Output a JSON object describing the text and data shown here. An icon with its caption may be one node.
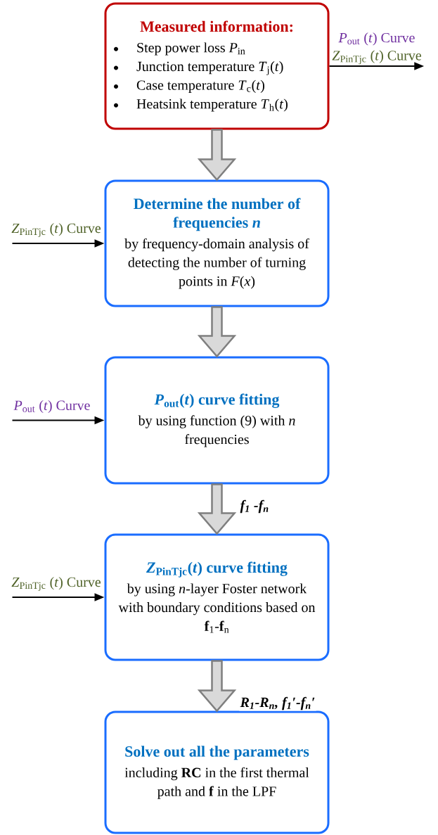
{
  "diagram": {
    "nodes": [
      {
        "text": [
          "Measured information:",
          "Step power loss *P*$_{in}$",
          "Junction temperature *T*$_{j}$(*t*)",
          "Case temperature *T*$_{c}$(*t*)",
          "Heatsink temperature *T*$_{h}$(*t*)"
        ]
      },
      {
        "text": [
          "Determine the number of frequencies *n*",
          "by frequency-domain analysis of detecting the number of turning points in *F*(*x*)"
        ]
      },
      {
        "text": [
          "*P*$_{out}$(*t*) curve fitting",
          "by using function (9) with *n* frequencies"
        ]
      },
      {
        "text": [
          "*Z*$_{PinTjc}$(*t*) curve fitting",
          "by using *n*-layer Foster network with boundary conditions based on **f**$_{1}$-**f**$_{n}$"
        ]
      },
      {
        "text": [
          "Solve out all the parameters",
          "including **RC** in the first thermal path and **f** in the LPF"
        ]
      },
      {
        "text": [
          "*P*$_{out}$ (*t*) Curve",
          "*Z*$_{PinTjc}$ (*t*) Curve"
        ]
      }
    ],
    "edges": [
      {
        "from": 0,
        "to": 5,
        "arrow": "to"
      },
      {
        "from": null,
        "to": 1,
        "arrow": "to",
        "label": "*Z*$_{PinTjc}$ (*t*) Curve"
      },
      {
        "from": 0,
        "to": 1,
        "arrow": "to",
        "style": "thick"
      },
      {
        "from": 1,
        "to": 2,
        "arrow": "to",
        "style": "thick"
      },
      {
        "from": null,
        "to": 2,
        "arrow": "to",
        "label": "*P*$_{out}$ (*t*) Curve"
      },
      {
        "from": 2,
        "to": 3,
        "arrow": "to",
        "style": "thick",
        "label": "f$_{1}$ -f$_{n}$"
      },
      {
        "from": null,
        "to": 3,
        "arrow": "to",
        "label": "*Z*$_{PinTjc}$ (*t*) Curve"
      },
      {
        "from": 3,
        "to": 4,
        "arrow": "to",
        "style": "thick",
        "label": "R$_{1}$-R$_{n}$, f$_{1}$′-f$_{n}$′"
      }
    ]
  }
}
